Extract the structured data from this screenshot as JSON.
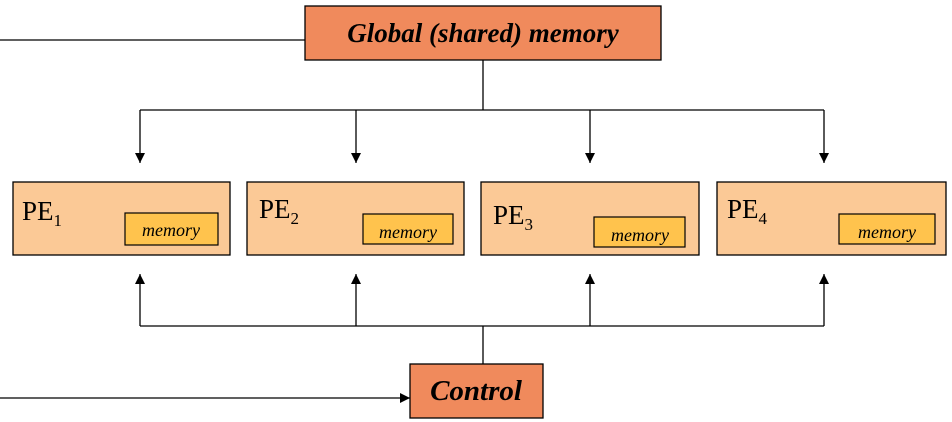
{
  "global_memory": {
    "label": "Global (shared) memory"
  },
  "control": {
    "label": "Control"
  },
  "processing_elements": [
    {
      "prefix": "PE",
      "index": "1",
      "memory_label": "memory"
    },
    {
      "prefix": "PE",
      "index": "2",
      "memory_label": "memory"
    },
    {
      "prefix": "PE",
      "index": "3",
      "memory_label": "memory"
    },
    {
      "prefix": "PE",
      "index": "4",
      "memory_label": "memory"
    }
  ],
  "colors": {
    "main_box_fill": "#F08A5C",
    "pe_box_fill": "#FBC996",
    "memory_box_fill": "#FFC34D",
    "line": "#000000"
  }
}
